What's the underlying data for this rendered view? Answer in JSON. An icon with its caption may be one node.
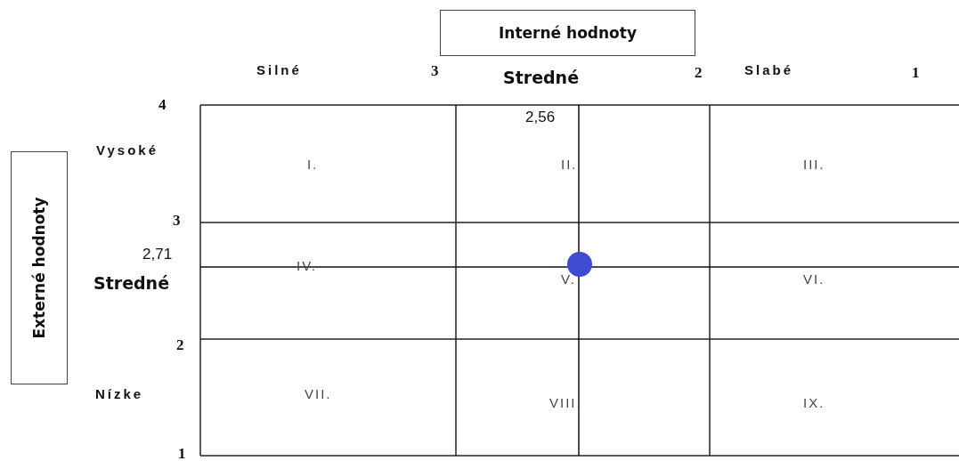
{
  "diagram": {
    "nodes": [
      {
        "text": [
          "Interné hodnoty"
        ]
      },
      {
        "text": [
          "Externé hodnoty"
        ]
      },
      {
        "text": [
          "I."
        ]
      },
      {
        "text": [
          "II."
        ]
      },
      {
        "text": [
          "III."
        ]
      },
      {
        "text": [
          "IV."
        ]
      },
      {
        "text": [
          "V."
        ]
      },
      {
        "text": [
          "VI."
        ]
      },
      {
        "text": [
          "VII."
        ]
      },
      {
        "text": [
          "VIII."
        ]
      },
      {
        "text": [
          "IX."
        ]
      }
    ],
    "edges": [],
    "labels": [
      "Silné",
      "3",
      "Stredné",
      "2",
      "Slabé",
      "1",
      "4",
      "Vysoké",
      "2,56",
      "3",
      "2,71",
      "Stredné",
      "2",
      "Nízke",
      "1"
    ]
  }
}
